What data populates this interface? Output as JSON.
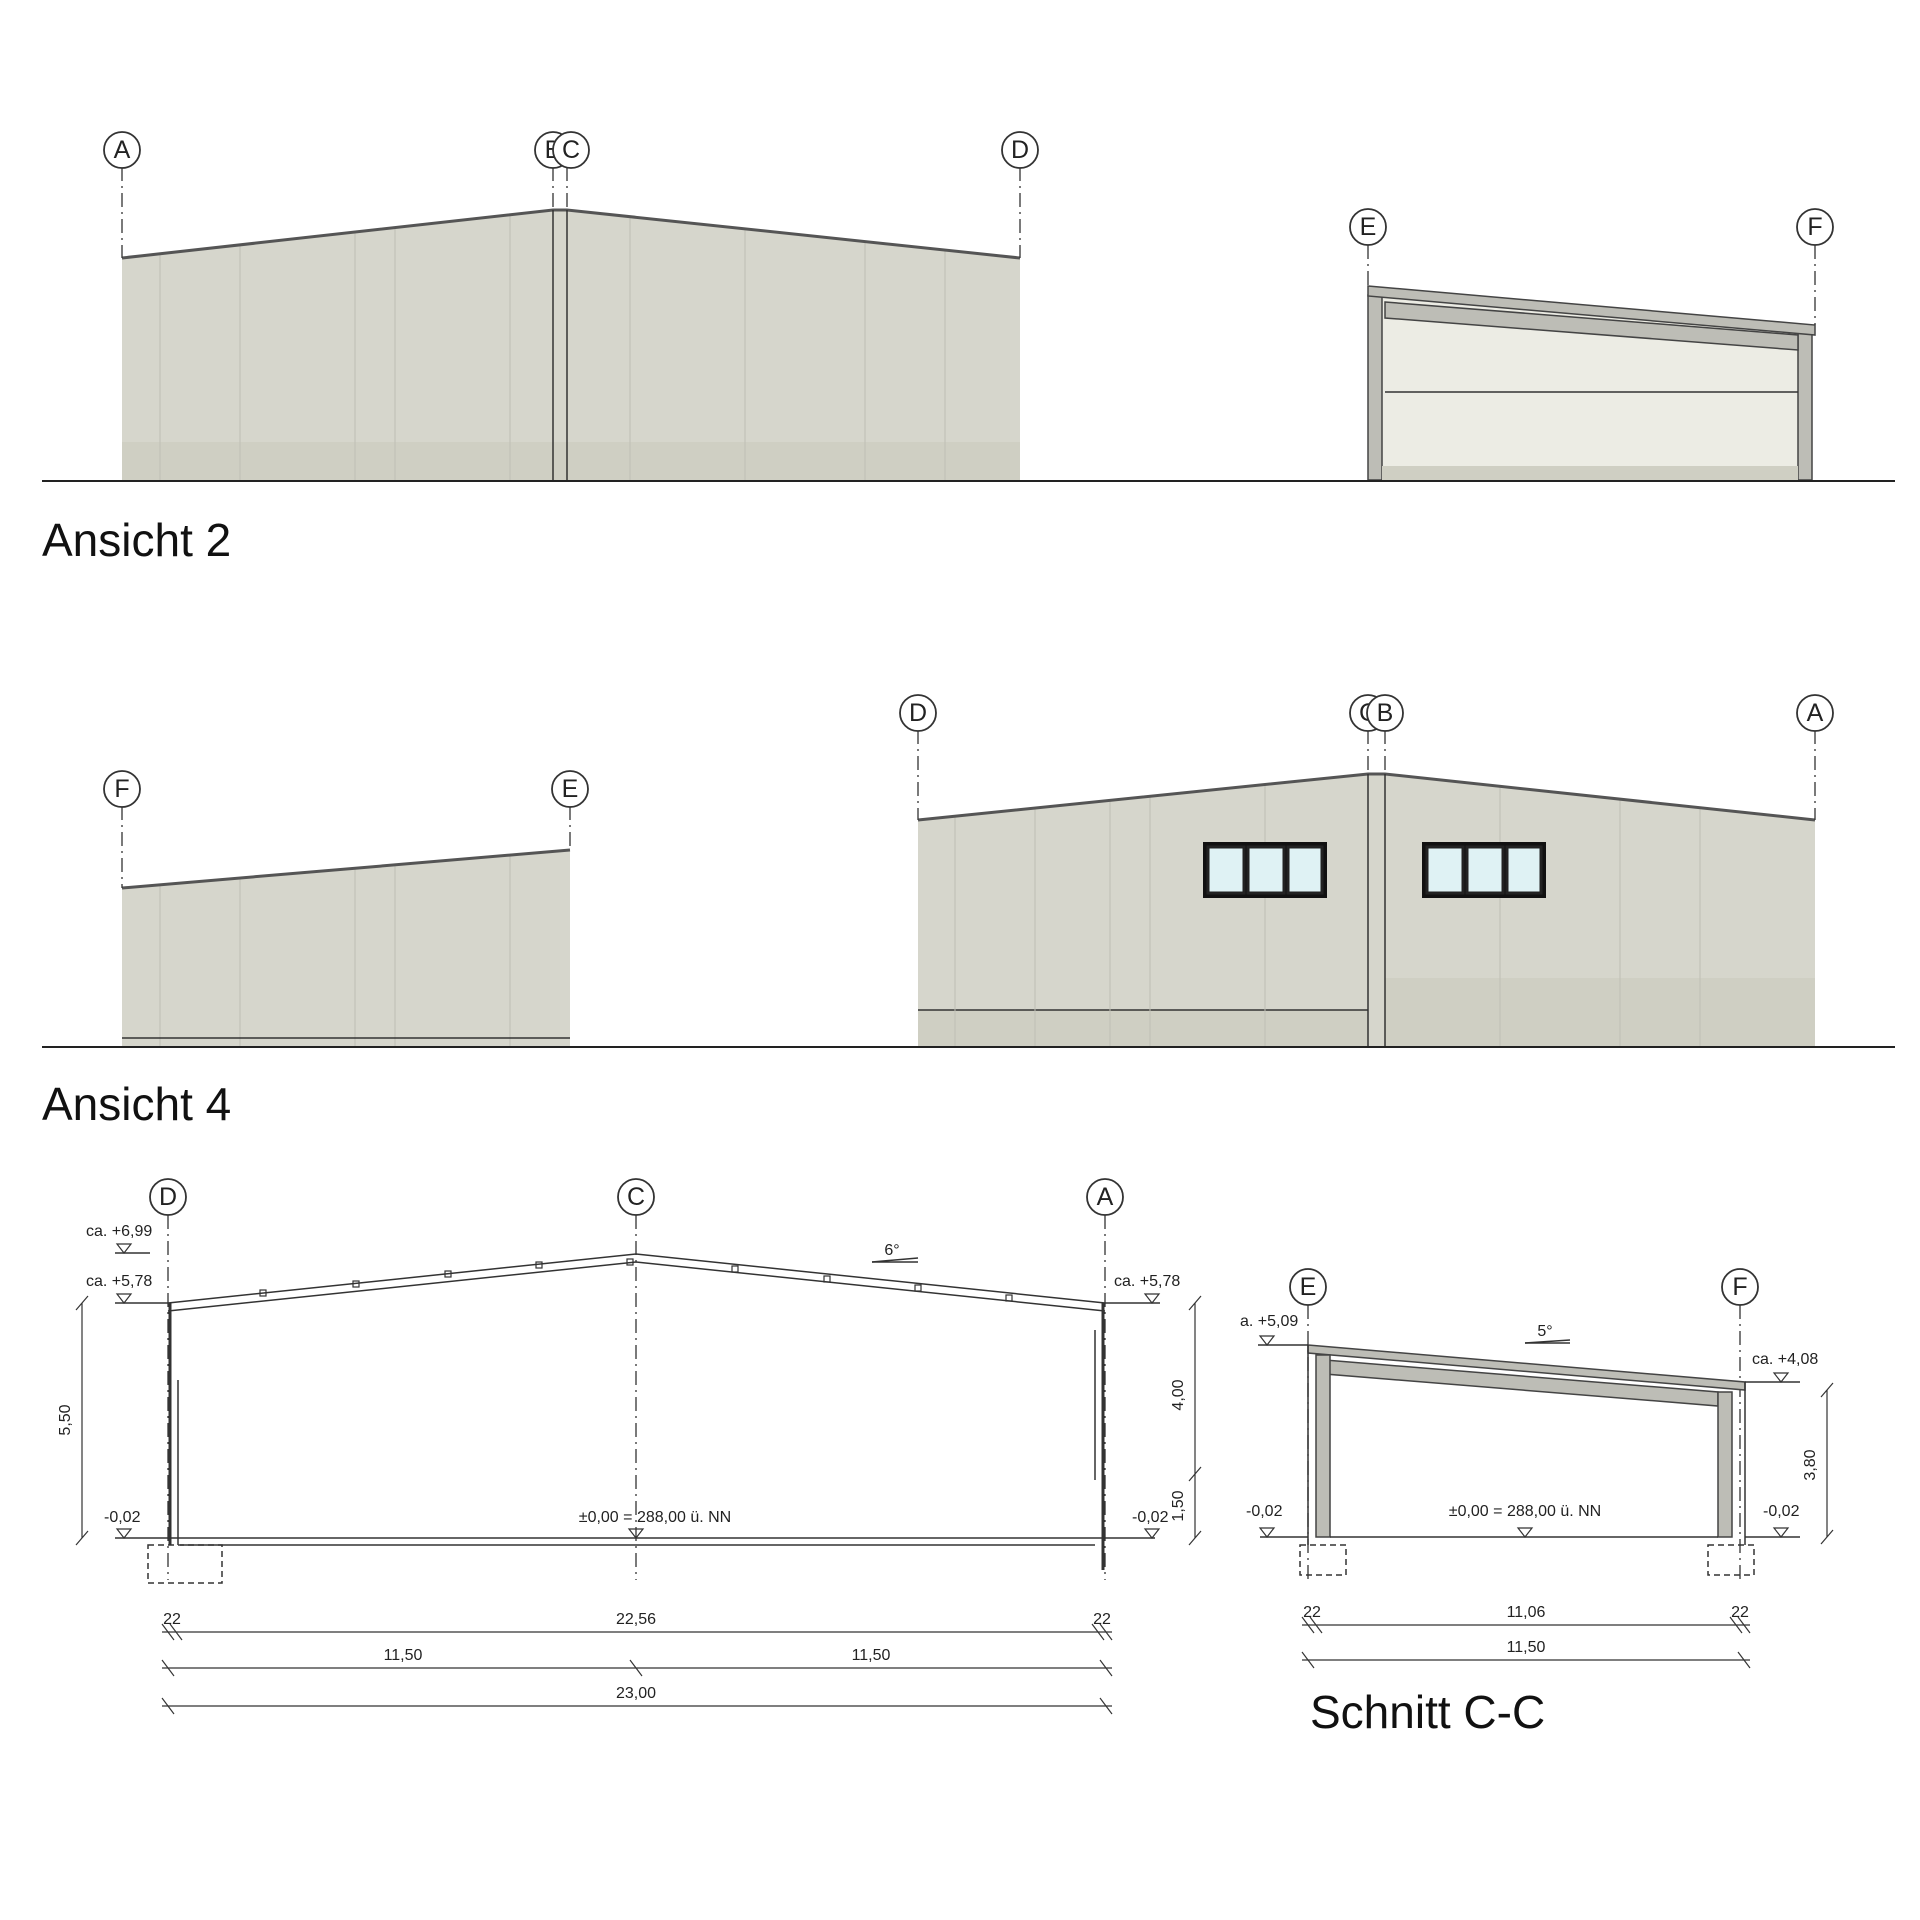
{
  "views": {
    "ansicht2": {
      "title": "Ansicht 2",
      "axes": [
        "A",
        "B",
        "C",
        "D",
        "E",
        "F"
      ]
    },
    "ansicht4": {
      "title": "Ansicht 4",
      "axes": [
        "F",
        "E",
        "D",
        "C",
        "B",
        "A"
      ]
    }
  },
  "section_main": {
    "axes": [
      "D",
      "C",
      "A"
    ],
    "levels": {
      "ridge": "ca. +6,99",
      "eave_left": "ca. +5,78",
      "eave_right": "ca. +5,78",
      "floor_left": "-0,02",
      "floor_right": "-0,02",
      "zero": "±0,00  = 288,00 ü. NN"
    },
    "roof_pitch": "6°",
    "dimensions": {
      "height_total": "5,50",
      "height_upper": "4,00",
      "height_lower": "1,50",
      "wall_left": "22",
      "inner": "22,56",
      "wall_right": "22",
      "half_left": "11,50",
      "half_right": "11,50",
      "total": "23,00"
    }
  },
  "section_cc": {
    "title": "Schnitt C-C",
    "axes": [
      "E",
      "F"
    ],
    "levels": {
      "high": "a. +5,09",
      "low": "ca. +4,08",
      "floor_left": "-0,02",
      "floor_right": "-0,02",
      "zero": "±0,00  = 288,00 ü. NN"
    },
    "roof_pitch": "5°",
    "dimensions": {
      "height": "3,80",
      "wall_left": "22",
      "inner": "11,06",
      "wall_right": "22",
      "total": "11,50"
    }
  }
}
